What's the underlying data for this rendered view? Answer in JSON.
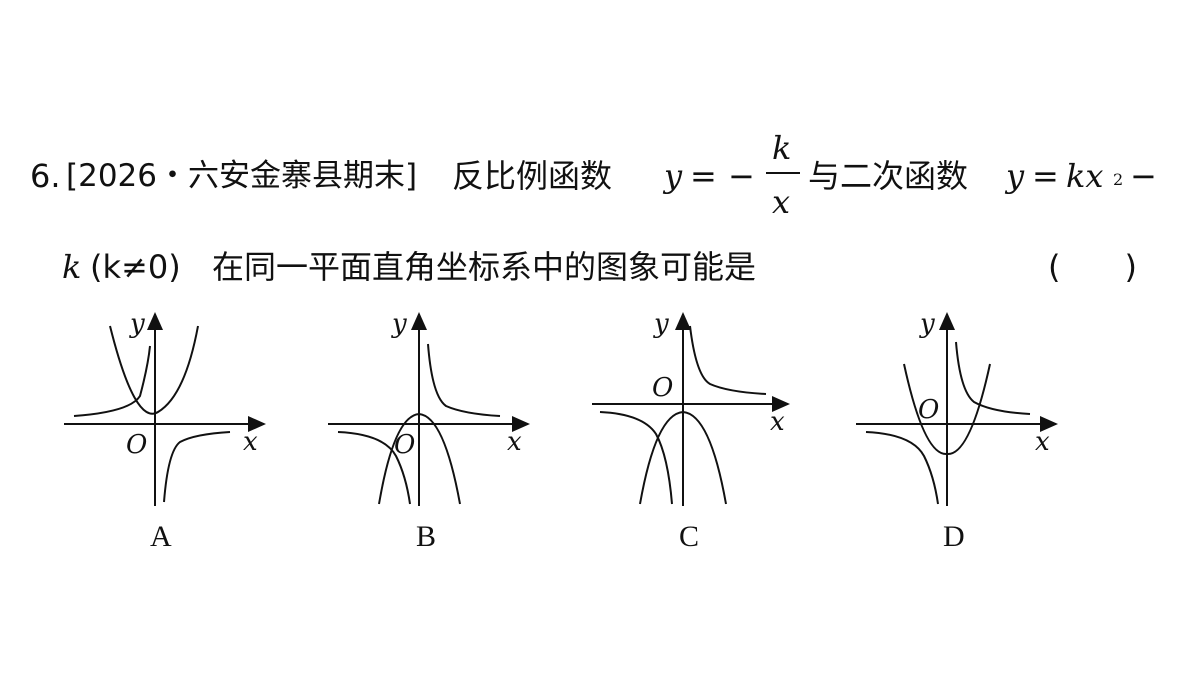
{
  "question": {
    "number": "6.",
    "source": "[2026・六安金寨县期末]",
    "text_part1": "反比例函数",
    "func1_y": "y",
    "eq": "=",
    "minus": "−",
    "func1_num": "k",
    "func1_den": "x",
    "text_part2": "与二次函数",
    "func2_lhs": "y",
    "func2_eq": "=",
    "func2_kx": "kx",
    "func2_exp": "2",
    "func2_minus": "−",
    "line2_k": "k",
    "line2_paren": "(k≠0)",
    "text_part3": "在同一平面直角坐标系中的图象可能是",
    "answer_blank": "(　　)"
  },
  "graph_labels": {
    "y": "y",
    "x": "x",
    "o": "O"
  },
  "options": [
    {
      "label": "A"
    },
    {
      "label": "B"
    },
    {
      "label": "C"
    },
    {
      "label": "D"
    }
  ]
}
